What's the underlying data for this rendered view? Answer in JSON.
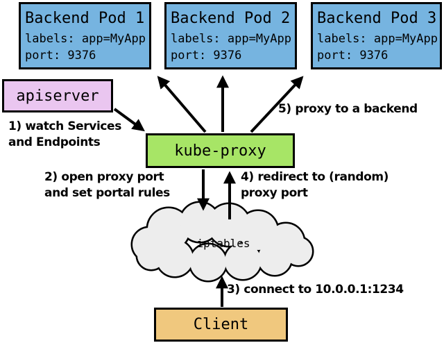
{
  "diagram": {
    "pods": [
      {
        "title": "Backend Pod 1",
        "labels": "labels: app=MyApp",
        "port": "port: 9376"
      },
      {
        "title": "Backend Pod 2",
        "labels": "labels: app=MyApp",
        "port": "port: 9376"
      },
      {
        "title": "Backend Pod 3",
        "labels": "labels: app=MyApp",
        "port": "port: 9376"
      }
    ],
    "apiserver_label": "apiserver",
    "kube_proxy_label": "kube-proxy",
    "iptables_label": "iptables",
    "client_label": "Client",
    "steps": [
      {
        "text": "1) watch Services\nand Endpoints"
      },
      {
        "text": "2) open proxy port\nand set portal rules"
      },
      {
        "text": "3) connect to 10.0.0.1:1234"
      },
      {
        "text": "4) redirect to (random)\nproxy port"
      },
      {
        "text": "5) proxy to a backend"
      }
    ],
    "colors": {
      "pod_fill": "#76b4e0",
      "apiserver_fill": "#eac6f0",
      "kube_proxy_fill": "#a7e566",
      "client_fill": "#f0c87e",
      "cloud_fill": "#ededed",
      "stroke": "#000000"
    }
  }
}
